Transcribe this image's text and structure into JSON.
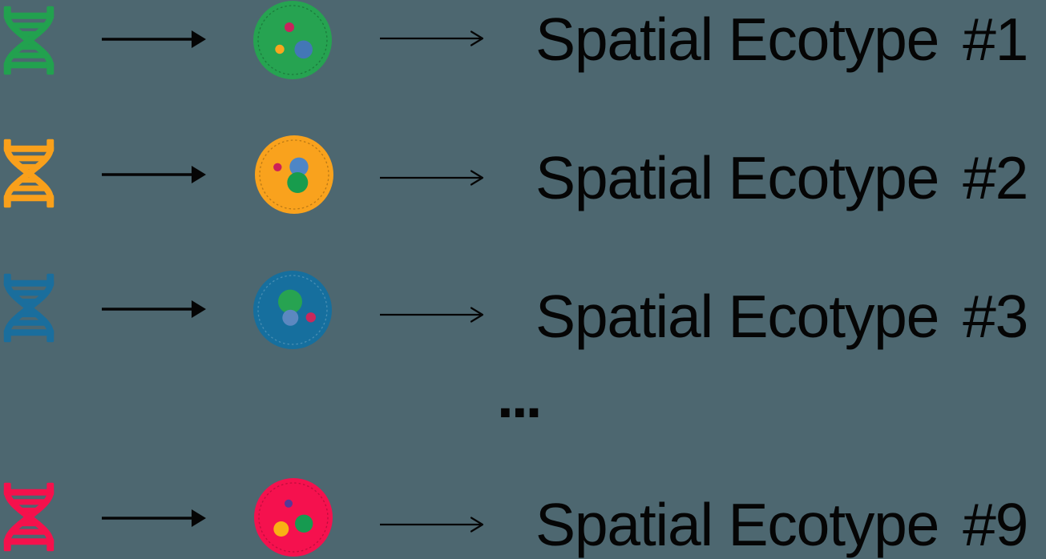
{
  "background_color": "#4D6770",
  "foreground_color": "#050505",
  "arrow_color": "#0A0A0A",
  "ellipsis": "...",
  "icons": {
    "dna": "dna-helix-icon",
    "cell": "cell-cluster-icon",
    "thick_arrow": "right-arrow-icon",
    "thin_arrow": "right-arrow-icon"
  },
  "rows": [
    {
      "label": "Spatial Ecotype",
      "number": "#1",
      "color": "#22A14F",
      "cell_color": "#26A351",
      "dots": [
        {
          "name": "crimson-dot",
          "fill": "#C8235C"
        },
        {
          "name": "orange-dot",
          "fill": "#F9A61E"
        },
        {
          "name": "blue-dot",
          "fill": "#4377B6"
        }
      ]
    },
    {
      "label": "Spatial Ecotype",
      "number": "#2",
      "color": "#F9A01B",
      "cell_color": "#F9A21D",
      "dots": [
        {
          "name": "crimson-dot",
          "fill": "#CD2158"
        },
        {
          "name": "blue-dot",
          "fill": "#4E86C6"
        },
        {
          "name": "green-dot",
          "fill": "#189C4D"
        }
      ]
    },
    {
      "label": "Spatial Ecotype",
      "number": "#3",
      "color": "#1A6E9D",
      "cell_color": "#166F9E",
      "dots": [
        {
          "name": "green-dot",
          "fill": "#27A351"
        },
        {
          "name": "blue-dot",
          "fill": "#5C88C0"
        },
        {
          "name": "crimson-dot",
          "fill": "#C9285B"
        }
      ]
    },
    {
      "label": "Spatial Ecotype",
      "number": "#9",
      "color": "#F5114C",
      "cell_color": "#F5114E",
      "dots": [
        {
          "name": "purple-dot",
          "fill": "#563896"
        },
        {
          "name": "yellow-dot",
          "fill": "#F9B014"
        },
        {
          "name": "green-dot",
          "fill": "#169A50"
        }
      ]
    }
  ]
}
